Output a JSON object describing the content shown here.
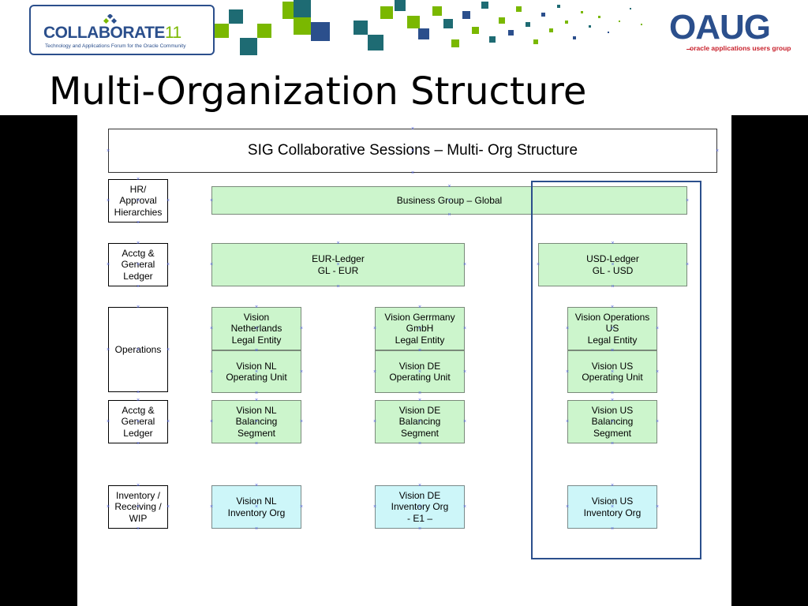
{
  "header": {
    "collab_title": "COLLABORATE",
    "collab_number": "11",
    "collab_tagline": "Technology and Applications Forum for the Oracle Community",
    "oaug_title": "OAUG",
    "oaug_tagline": "oracle applications users group"
  },
  "slide_title": "Multi-Organization Structure",
  "diagram": {
    "title": "SIG Collaborative Sessions – Multi- Org Structure",
    "row_labels": {
      "hr": "HR/\nApproval\nHierarchies",
      "accounting_1": "Acctg &\nGeneral\nLedger",
      "operations": "Operations",
      "accounting_2": "Acctg &\nGeneral\nLedger",
      "inventory": "Inventory /\nReceiving /\nWIP"
    },
    "business_group": "Business Group – Global",
    "eur_ledger": "EUR-Ledger\nGL - EUR",
    "usd_ledger": "USD-Ledger\nGL - USD",
    "nl": {
      "legal_entity": "Vision\nNetherlands\nLegal Entity",
      "operating_unit": "Vision NL\nOperating Unit",
      "balancing_segment": "Vision NL\nBalancing\nSegment",
      "inventory_org": "Vision NL\nInventory Org"
    },
    "de": {
      "legal_entity": "Vision Gerrmany\nGmbH\nLegal Entity",
      "operating_unit": "Vision DE\nOperating Unit",
      "balancing_segment": "Vision DE\nBalancing\nSegment",
      "inventory_org": "Vision DE\nInventory Org\n- E1 –"
    },
    "us": {
      "legal_entity": "Vision Operations\nUS\nLegal Entity",
      "operating_unit": "Vision US\nOperating Unit",
      "balancing_segment": "Vision US\nBalancing\nSegment",
      "inventory_org": "Vision US\nInventory Org"
    }
  },
  "colors": {
    "brand_blue": "#2b4f8c",
    "brand_green": "#7ab800",
    "box_green": "#ccf5cc",
    "box_cyan": "#cdf6f9",
    "oaug_red": "#c8202b"
  }
}
